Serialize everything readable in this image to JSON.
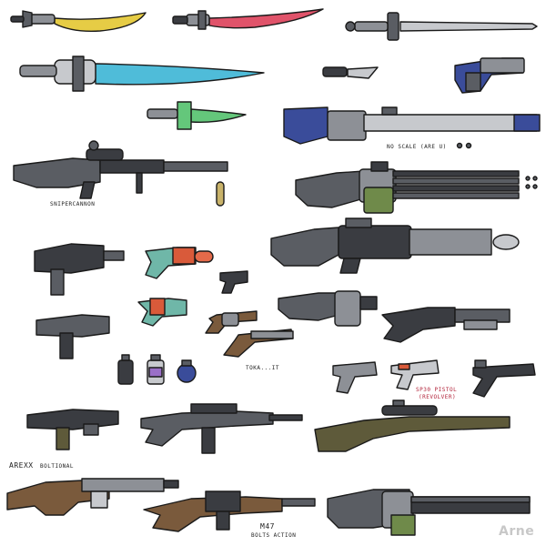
{
  "canvas": {
    "background": "#ffffff",
    "outline": "#1a1a1a"
  },
  "palette": {
    "gunmetal": "#5a5d63",
    "dark": "#3a3c41",
    "steel": "#8d9096",
    "light": "#c7c9cd",
    "wood": "#7a5a3c",
    "olive": "#5e5a3a",
    "olive_green": "#6f8a4a",
    "blue": "#3a4c9a",
    "yellow": "#e6cc45",
    "red_blade": "#e0536a",
    "cyan_blade": "#4fbcd9",
    "green_blade": "#64c77b",
    "red_part": "#d95a3a",
    "teal_part": "#6fb7a8",
    "purple_part": "#9a6fc7"
  },
  "labels": {
    "sniper_cannon": "SNIPERCANNON",
    "no_scale": "NO SCALE (ARE U)",
    "toka": "TOKA...IT",
    "sp30": "SP30 PISTOL",
    "sp30_sub": "(REVOLVER)",
    "arexx": "AREXX",
    "arexx_sub": "BOLTIONAL",
    "m47": "M47",
    "m47_sub": "BOLTS ACTION",
    "signature": "Arne"
  }
}
